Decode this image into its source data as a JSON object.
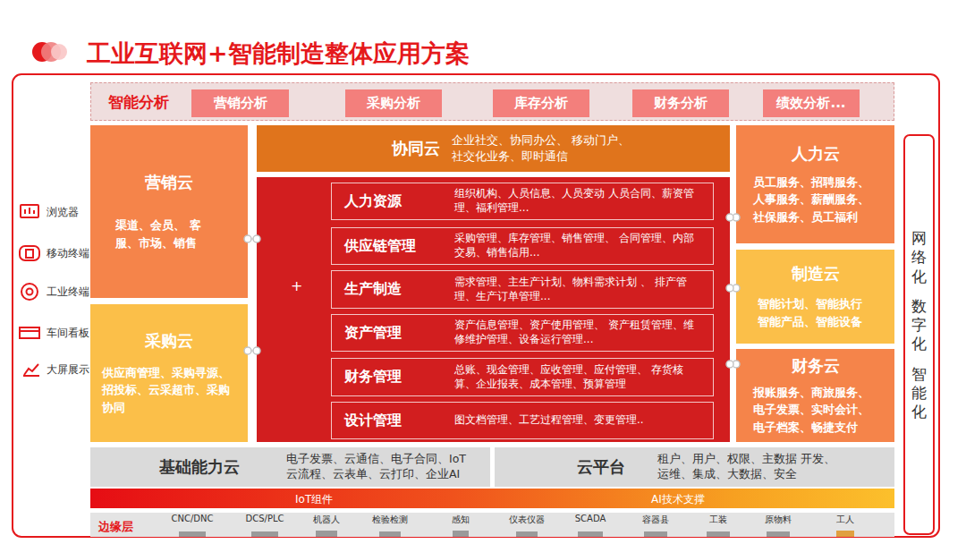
{
  "diagram": {
    "title": "工业互联网+智能制造整体应用方案",
    "nodes": [
      {
        "text": [
          "智能分析"
        ]
      },
      {
        "text": [
          "营销分析"
        ],
        "in": 0
      },
      {
        "text": [
          "采购分析"
        ],
        "in": 0
      },
      {
        "text": [
          "库存分析"
        ],
        "in": 0
      },
      {
        "text": [
          "财务分析"
        ],
        "in": 0
      },
      {
        "text": [
          "绩效分析..."
        ],
        "in": 0
      },
      {
        "text": [
          "营销云",
          "渠道、会员、 客服、市场、销售"
        ]
      },
      {
        "text": [
          "采购云",
          "供应商管理、采购寻源、 招投标、云采超市、采购 协同"
        ]
      },
      {
        "text": [
          "协同云",
          "企业社交、协同办公、 移动门户、社交化业务、即时通信"
        ]
      },
      {
        "text": [
          "+"
        ]
      },
      {
        "text": [
          "人力资源",
          "组织机构、人员信息、人员变动 人员合同、薪资管理、福利管理..."
        ],
        "in": 9
      },
      {
        "text": [
          "供应链管理",
          "采购管理、库存管理、销售管理、 合同管理、内部交易、销售信用..."
        ],
        "in": 9
      },
      {
        "text": [
          "生产制造",
          "需求管理、主生产计划、物料需求计划 、 排产管理、生产订单管理..."
        ],
        "in": 9
      },
      {
        "text": [
          "资产管理",
          "资产信息管理、资产使用管理、 资产租赁管理、维修维护管理、设备运行管理..."
        ],
        "in": 9
      },
      {
        "text": [
          "财务管理",
          "总账、现金管理、应收管理、应付管理、 存货核算、企业报表、成本管理、预算管理"
        ],
        "in": 9
      },
      {
        "text": [
          "设计管理",
          "图文档管理、工艺过程管理、变更管理.."
        ],
        "in": 9
      },
      {
        "text": [
          "人力云",
          "员工服务、招聘服务、 人事服务、薪酬服务、 社保服务、员工福利"
        ]
      },
      {
        "text": [
          "制造云",
          "智能计划、智能执行 智能产品、智能设备"
        ]
      },
      {
        "text": [
          "财务云",
          "报账服务、商旅服务、 电子发票、实时会计、 电子档案、畅捷支付"
        ]
      },
      {
        "text": [
          "基础能力云",
          "电子发票、云通信、电子合同、IoT 云流程、云表单、云打印、企业AI"
        ]
      },
      {
        "text": [
          "云平台",
          "租户、用户、权限、主数据 开发、运维、集成、大数据、安全"
        ]
      },
      {
        "text": [
          "IoT组件",
          "AI技术支撑"
        ]
      },
      {
        "text": [
          "边缘层",
          "CNC/DNC",
          "DCS/PLC",
          "机器人",
          "检验检测",
          "感知",
          "仪表仪器",
          "SCADA",
          "容器县",
          "工装",
          "原物料",
          "工人"
        ]
      },
      {
        "text": [
          "网络化",
          "数字化",
          "智能化"
        ]
      }
    ],
    "edges": [
      {
        "from": 6,
        "to": 9,
        "arrow": "none"
      },
      {
        "from": 7,
        "to": 9,
        "arrow": "none"
      },
      {
        "from": 9,
        "to": 16,
        "arrow": "none"
      },
      {
        "from": 9,
        "to": 17,
        "arrow": "none"
      },
      {
        "from": 9,
        "to": 18,
        "arrow": "none"
      }
    ],
    "labels": [
      "浏览器",
      "移动终端",
      "工业终端",
      "车间看板",
      "大屏展示"
    ]
  }
}
